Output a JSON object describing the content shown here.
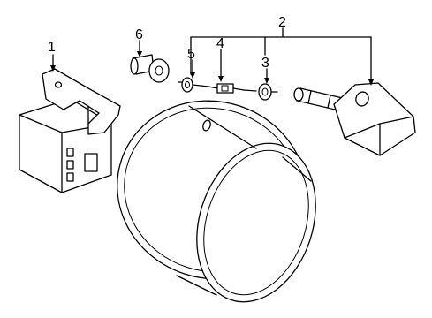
{
  "diagram": {
    "callouts": [
      {
        "id": "1",
        "label": "1"
      },
      {
        "id": "2",
        "label": "2"
      },
      {
        "id": "3",
        "label": "3"
      },
      {
        "id": "4",
        "label": "4"
      },
      {
        "id": "5",
        "label": "5"
      },
      {
        "id": "6",
        "label": "6"
      }
    ],
    "parts": [
      {
        "callout": "1",
        "icon": "receiver-module-icon"
      },
      {
        "callout": "2",
        "icon": "tpms-sensor-assembly-icon"
      },
      {
        "callout": "3",
        "icon": "valve-cap-icon"
      },
      {
        "callout": "4",
        "icon": "valve-core-icon"
      },
      {
        "callout": "5",
        "icon": "grommet-icon"
      },
      {
        "callout": "6",
        "icon": "nut-icon"
      },
      {
        "callout": "",
        "icon": "wheel-rim-icon"
      }
    ]
  }
}
